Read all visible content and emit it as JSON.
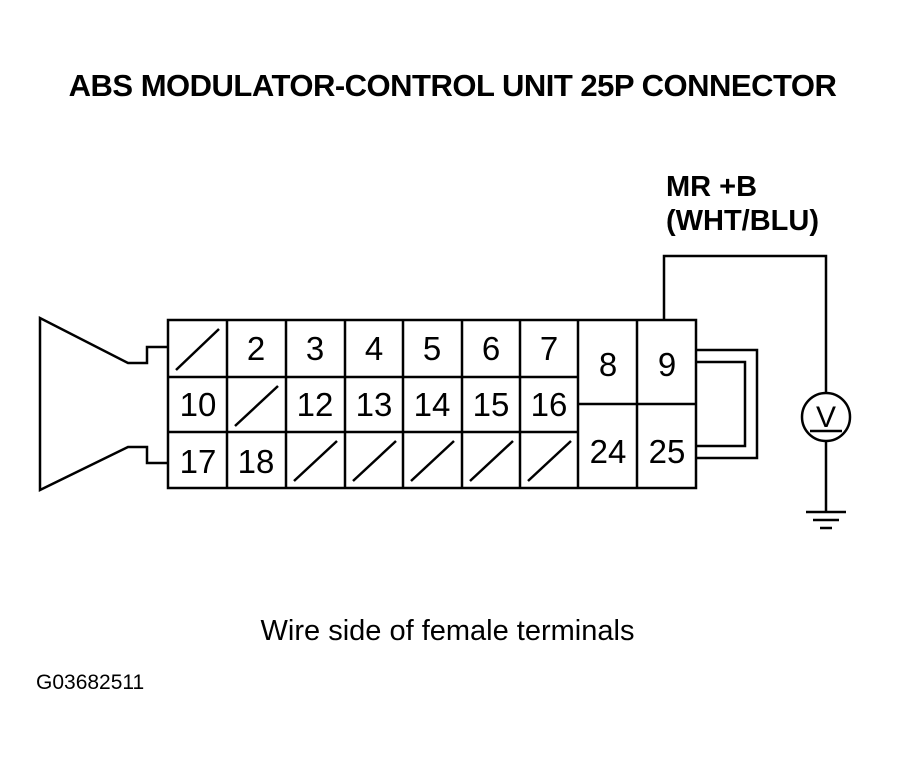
{
  "title": "ABS MODULATOR-CONTROL UNIT 25P CONNECTOR",
  "probe_label": {
    "terminal": "MR +B",
    "wire_color": "(WHT/BLU)"
  },
  "meter_symbol": "V",
  "caption": "Wire side of female terminals",
  "figure_id": "G03682511",
  "connector": {
    "pins_row1": [
      "2",
      "3",
      "4",
      "5",
      "6",
      "7"
    ],
    "pins_row2": [
      "10",
      "12",
      "13",
      "14",
      "15",
      "16"
    ],
    "pins_row3": [
      "17",
      "18"
    ],
    "pins_right": [
      "8",
      "9",
      "24",
      "25"
    ],
    "probed_pin": "9"
  },
  "colors": {
    "line": "#000000",
    "background": "#ffffff"
  }
}
